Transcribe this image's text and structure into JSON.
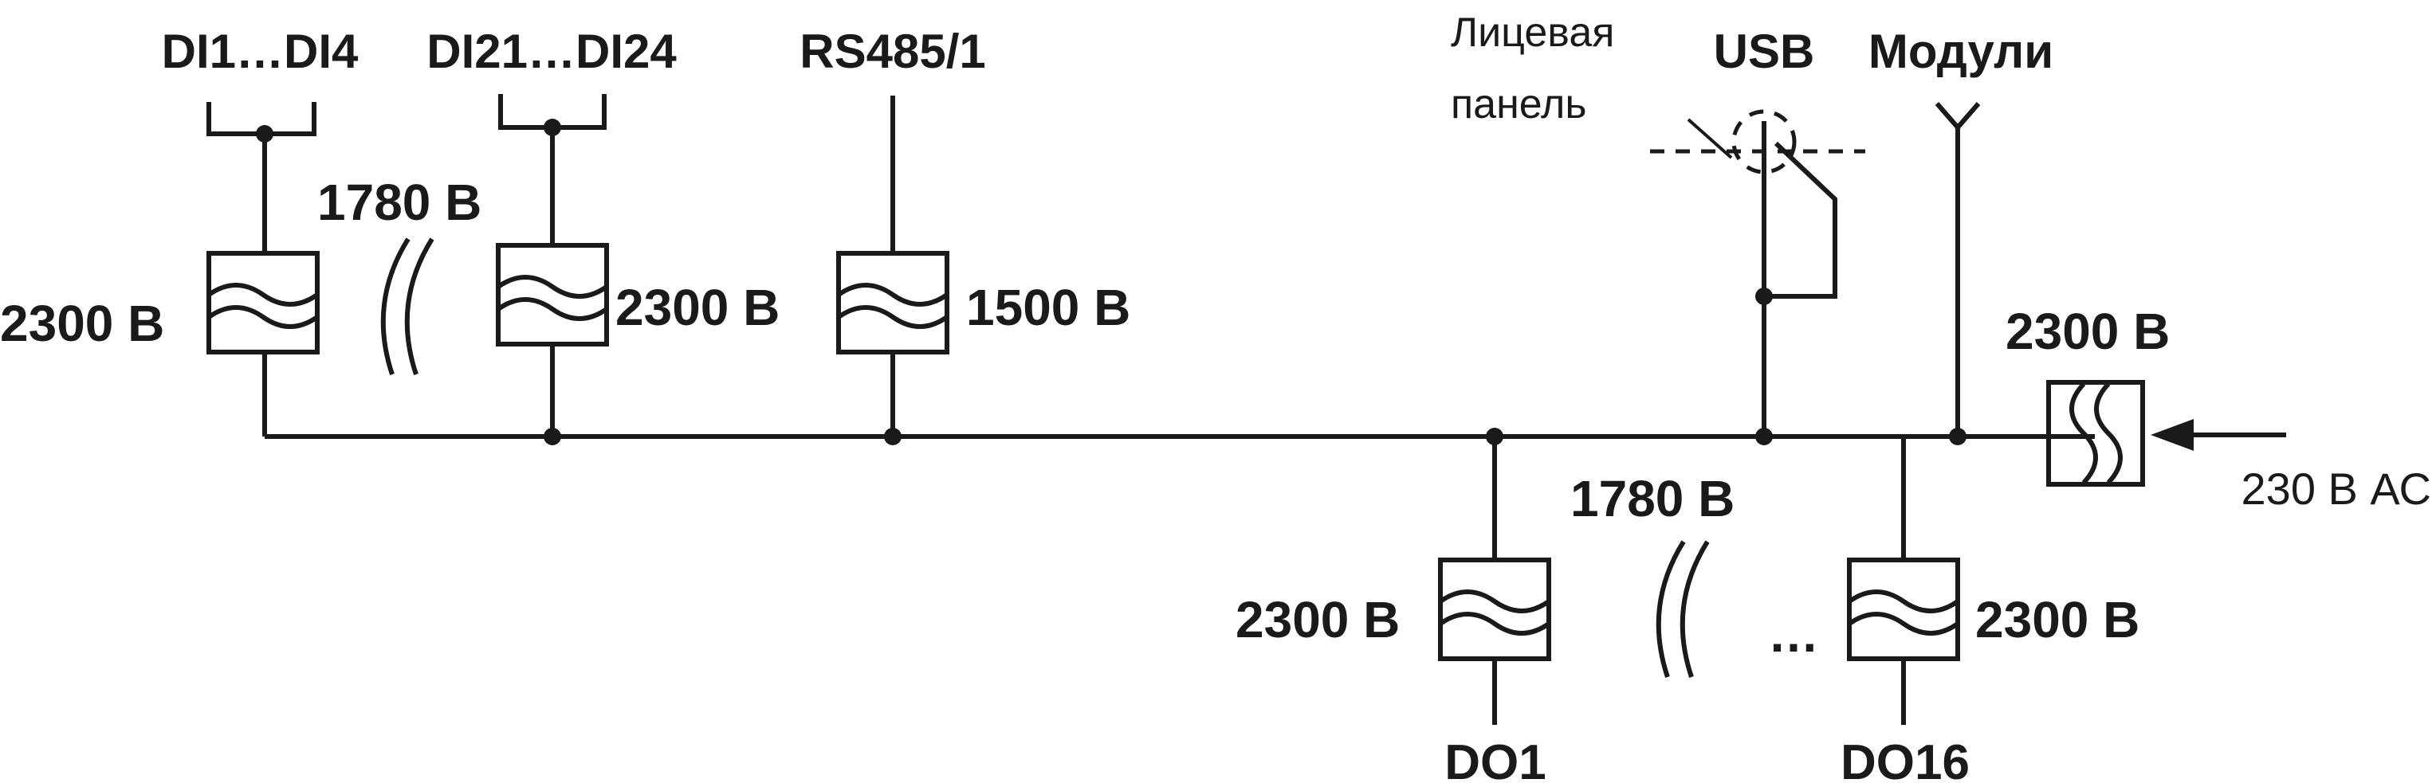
{
  "labels": {
    "di_group_1": "DI1…DI4",
    "di_group_2": "DI21…DI24",
    "rs485": "RS485/1",
    "front_panel_line1": "Лицевая",
    "front_panel_line2": "панель",
    "usb": "USB",
    "modules": "Модули",
    "do1": "DO1",
    "do16": "DO16",
    "power_input": "230 В АС",
    "ellipsis": "…"
  },
  "voltages": {
    "di1_isolation": "2300 В",
    "di_between_groups": "1780 В",
    "di21_isolation": "2300 В",
    "rs485_isolation": "1500 В",
    "power_isolation": "2300 В",
    "do_between_groups": "1780 В",
    "do1_isolation": "2300 В",
    "do16_isolation": "2300 В"
  },
  "colors": {
    "line": "#1a1a1a",
    "background": "#ffffff"
  }
}
